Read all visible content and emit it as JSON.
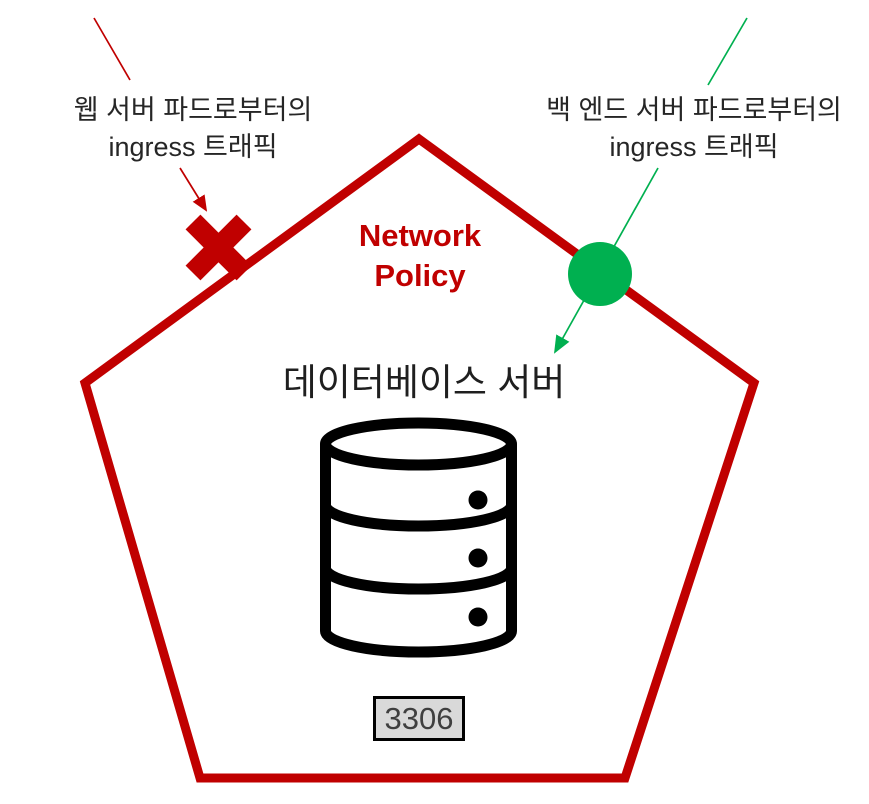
{
  "colors": {
    "policy_red": "#C00000",
    "allow_green": "#00B050",
    "text_dark": "#262626",
    "port_box_fill": "#D9D9D9",
    "icon_black": "#000000"
  },
  "annotations": {
    "web_ingress": {
      "line1": "웹 서버 파드로부터의",
      "line2": "ingress 트래픽",
      "icon": "blocked-x-icon"
    },
    "backend_ingress": {
      "line1": "백 엔드 서버 파드로부터의",
      "line2": "ingress 트래픽",
      "icon": "allowed-circle-icon"
    }
  },
  "policy": {
    "line1": "Network",
    "line2": "Policy"
  },
  "database": {
    "label": "데이터베이스 서버",
    "icon": "database-icon",
    "port": "3306"
  }
}
